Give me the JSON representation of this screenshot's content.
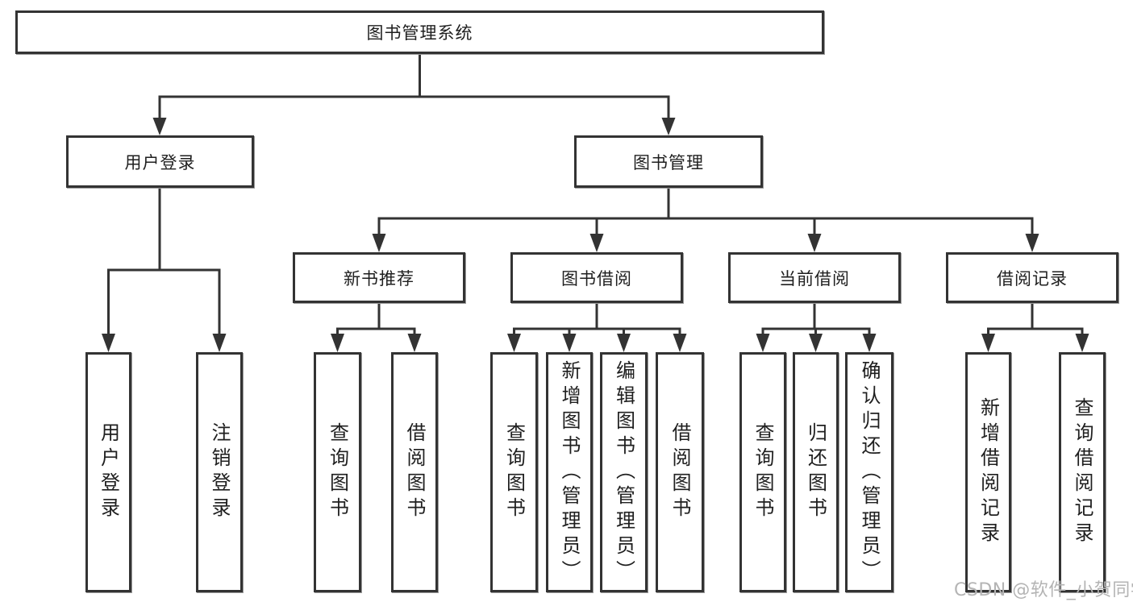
{
  "diagram": {
    "title": "图书管理系统",
    "level2": [
      {
        "label": "用户登录",
        "children": [
          "用户登录",
          "注销登录"
        ]
      },
      {
        "label": "图书管理",
        "children": [
          {
            "label": "新书推荐",
            "children": [
              "查询图书",
              "借阅图书"
            ]
          },
          {
            "label": "图书借阅",
            "children": [
              "查询图书",
              "新增图书（管理员）",
              "编辑图书（管理员）",
              "借阅图书"
            ]
          },
          {
            "label": "当前借阅",
            "children": [
              "查询图书",
              "归还图书",
              "确认归还（管理员）"
            ]
          },
          {
            "label": "借阅记录",
            "children": [
              "新增借阅记录",
              "查询借阅记录"
            ]
          }
        ]
      }
    ],
    "watermark": "CSDN @软件_小贺同学",
    "colors": {
      "line": "#333333",
      "box_border": "#333333",
      "box_fill": "#ffffff",
      "text": "#1f1f1f",
      "watermark": "#b4b4b4",
      "background": "#ffffff"
    }
  }
}
